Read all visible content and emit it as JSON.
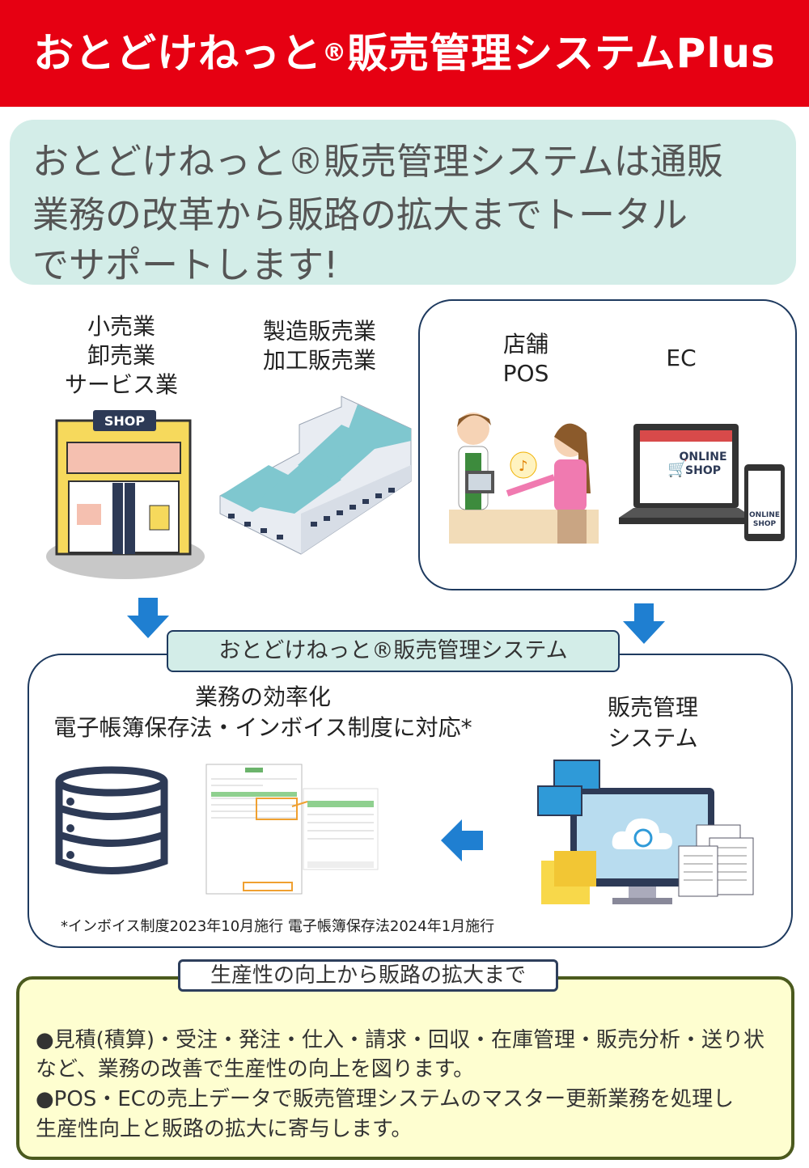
{
  "header": {
    "title_main": "おとどけねっと",
    "title_reg": "®",
    "title_rest": "販売管理システムPlus"
  },
  "intro": {
    "lines": [
      "おとどけねっと®販売管理システムは通販",
      "業務の改革から販路の拡大までトータル",
      "でサポートします!"
    ]
  },
  "categories": {
    "retail": [
      "小売業",
      "卸売業",
      "サービス業"
    ],
    "manufacturing": [
      "製造販売業",
      "加工販売業"
    ],
    "pos": [
      "店舗",
      "POS"
    ],
    "ec": "EC"
  },
  "illustrations": {
    "shop_sign": "SHOP",
    "online_shop": [
      "ONLINE",
      "SHOP"
    ],
    "tablet_shop": [
      "ONLINE",
      "SHOP"
    ]
  },
  "system": {
    "label": "おとどけねっと®販売管理システム",
    "efficiency": [
      "業務の効率化",
      "電子帳簿保存法・インボイス制度に対応*"
    ],
    "sales_system": [
      "販売管理",
      "システム"
    ],
    "footnote": "*インボイス制度2023年10月施行  電子帳簿保存法2024年1月施行"
  },
  "bottom": {
    "label": "生産性の向上から販路の拡大まで",
    "lines": [
      "●見積(積算)・受注・発注・仕入・請求・回収・在庫管理・販売分析・送り状",
      "など、業務の改善で生産性の向上を図ります。",
      "●POS・ECの売上データで販売管理システムのマスター更新業務を処理し",
      "生産性向上と販路の拡大に寄与します。"
    ]
  },
  "colors": {
    "header_red": "#e60012",
    "mint": "#d3ede8",
    "navy_border": "#1e3a5f",
    "arrow_blue": "#1f7fd1",
    "cream": "#fefed0",
    "olive": "#4b5a1e"
  }
}
